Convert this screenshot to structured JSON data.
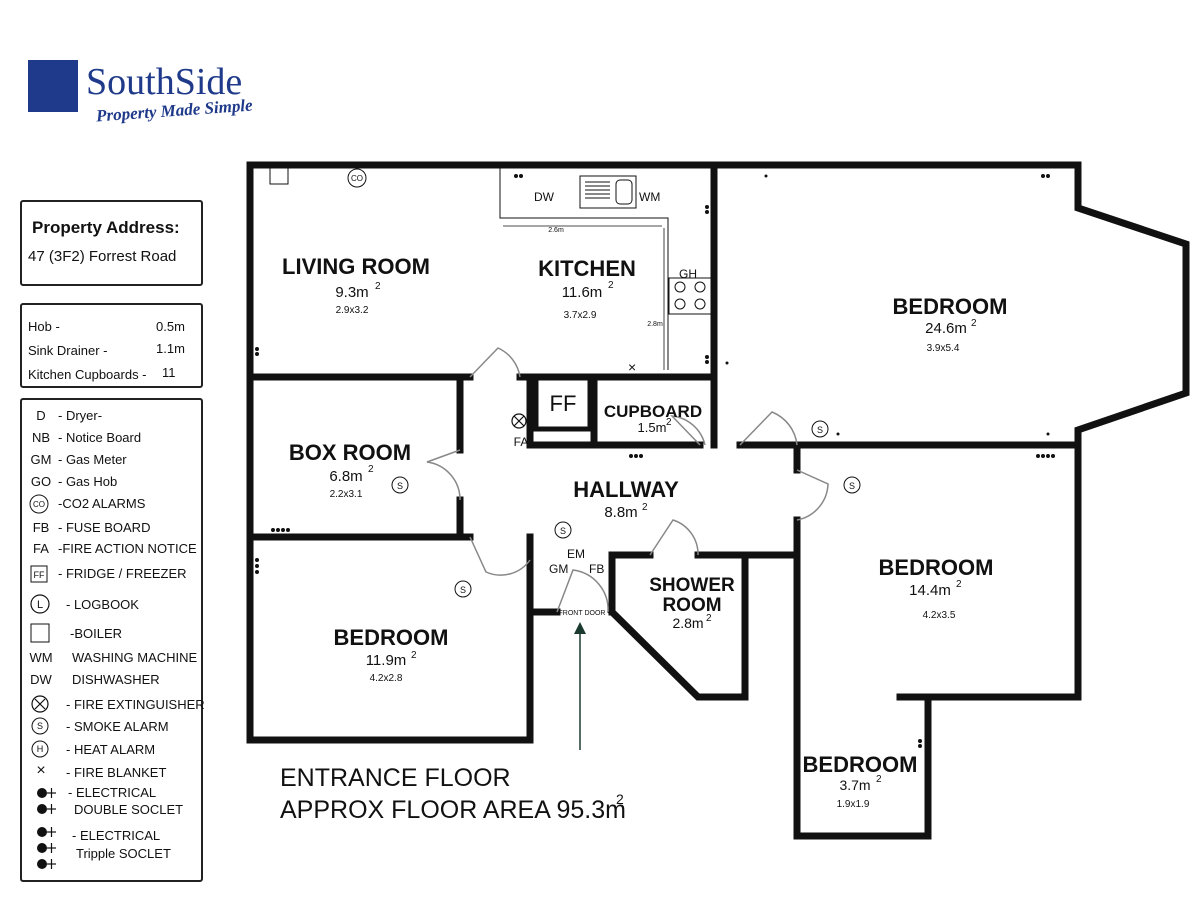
{
  "brand": {
    "name": "SouthSide",
    "tagline": "Property Made Simple",
    "color": "#1f3a8a"
  },
  "address": {
    "title": "Property Address:",
    "value": "47 (3F2) Forrest Road"
  },
  "specs": [
    {
      "label": "Hob -",
      "value": "0.5m"
    },
    {
      "label": "Sink Drainer -",
      "value": "1.1m"
    },
    {
      "label": "Kitchen Cupboards -",
      "value": "11"
    }
  ],
  "legend": [
    {
      "symbol": "D",
      "text": "- Dryer-"
    },
    {
      "symbol": "NB",
      "text": "- Notice Board"
    },
    {
      "symbol": "GM",
      "text": "- Gas Meter"
    },
    {
      "symbol": "GO",
      "text": "- Gas Hob"
    },
    {
      "symbol": "CO",
      "text": "-CO2 ALARMS"
    },
    {
      "symbol": "FB",
      "text": "- FUSE BOARD"
    },
    {
      "symbol": "FA",
      "text": "-FIRE ACTION NOTICE"
    },
    {
      "symbol": "FF",
      "text": "- FRIDGE / FREEZER"
    },
    {
      "symbol": "L",
      "text": "- LOGBOOK"
    },
    {
      "symbol": "",
      "text": "-BOILER"
    },
    {
      "symbol": "WM",
      "text": "WASHING MACHINE"
    },
    {
      "symbol": "DW",
      "text": "DISHWASHER"
    },
    {
      "symbol": "",
      "text": "- FIRE EXTINGUISHER"
    },
    {
      "symbol": "S",
      "text": "- SMOKE ALARM"
    },
    {
      "symbol": "H",
      "text": "- HEAT ALARM"
    },
    {
      "symbol": "×",
      "text": "- FIRE BLANKET"
    },
    {
      "symbol": "",
      "text": "- ELECTRICAL"
    },
    {
      "symbol": "",
      "text": "DOUBLE SOCLET"
    },
    {
      "symbol": "",
      "text": "- ELECTRICAL"
    },
    {
      "symbol": "",
      "text": "Tripple SOCLET"
    }
  ],
  "rooms": {
    "living": {
      "name": "LIVING ROOM",
      "area": "9.3m",
      "sup": "2",
      "dims": "2.9x3.2"
    },
    "kitchen": {
      "name": "KITCHEN",
      "area": "11.6m",
      "sup": "2",
      "dims": "3.7x2.9"
    },
    "bedroom_ne": {
      "name": "BEDROOM",
      "area": "24.6m",
      "sup": "2",
      "dims": "3.9x5.4"
    },
    "boxroom": {
      "name": "BOX ROOM",
      "area": "6.8m",
      "sup": "2",
      "dims": "2.2x3.1"
    },
    "cupboard": {
      "name": "CUPBOARD",
      "area": "1.5m",
      "sup": "2"
    },
    "hallway": {
      "name": "HALLWAY",
      "area": "8.8m",
      "sup": "2"
    },
    "bedroom_sw": {
      "name": "BEDROOM",
      "area": "11.9m",
      "sup": "2",
      "dims": "4.2x2.8"
    },
    "shower": {
      "name": "SHOWER",
      "name2": "ROOM",
      "area": "2.8m",
      "sup": "2"
    },
    "bedroom_e": {
      "name": "BEDROOM",
      "area": "14.4m",
      "sup": "2",
      "dims": "4.2x3.5"
    },
    "bedroom_s": {
      "name": "BEDROOM",
      "area": "3.7m",
      "sup": "2",
      "dims": "1.9x1.9"
    }
  },
  "fixtures": {
    "dw": "DW",
    "wm": "WM",
    "gh": "GH",
    "ff": "FF",
    "fa": "FA",
    "em": "EM",
    "gm": "GM",
    "fb": "FB",
    "co": "CO",
    "front_door": "FRONT DOOR",
    "kitchen_w": "2.6m",
    "kitchen_h": "2.8m",
    "smoke": "S"
  },
  "floor": {
    "line1": "ENTRANCE FLOOR",
    "line2": "APPROX FLOOR AREA 95.3m",
    "sup": "2"
  }
}
